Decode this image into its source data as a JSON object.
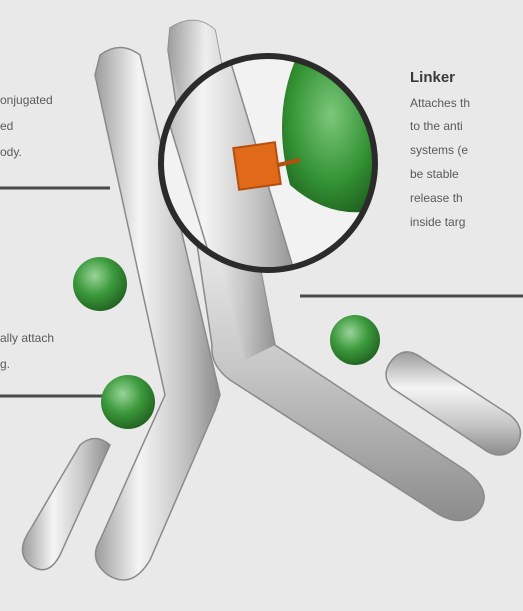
{
  "labels": {
    "linker_title": "Linker",
    "linker_lines": [
      "Attaches th",
      "to the anti",
      "systems (e",
      "be stable",
      "release th",
      "inside targ"
    ],
    "left_top_lines": [
      "onjugated",
      "ed",
      "ody."
    ],
    "left_mid_lines": [
      "ally attach",
      "g."
    ]
  },
  "colors": {
    "background": "#e9e9e9",
    "antibody": "#bdbdbd",
    "payload_green": "#3c9a3c",
    "linker_orange": "#e06a1a",
    "leader_line": "#4a4a4a"
  }
}
